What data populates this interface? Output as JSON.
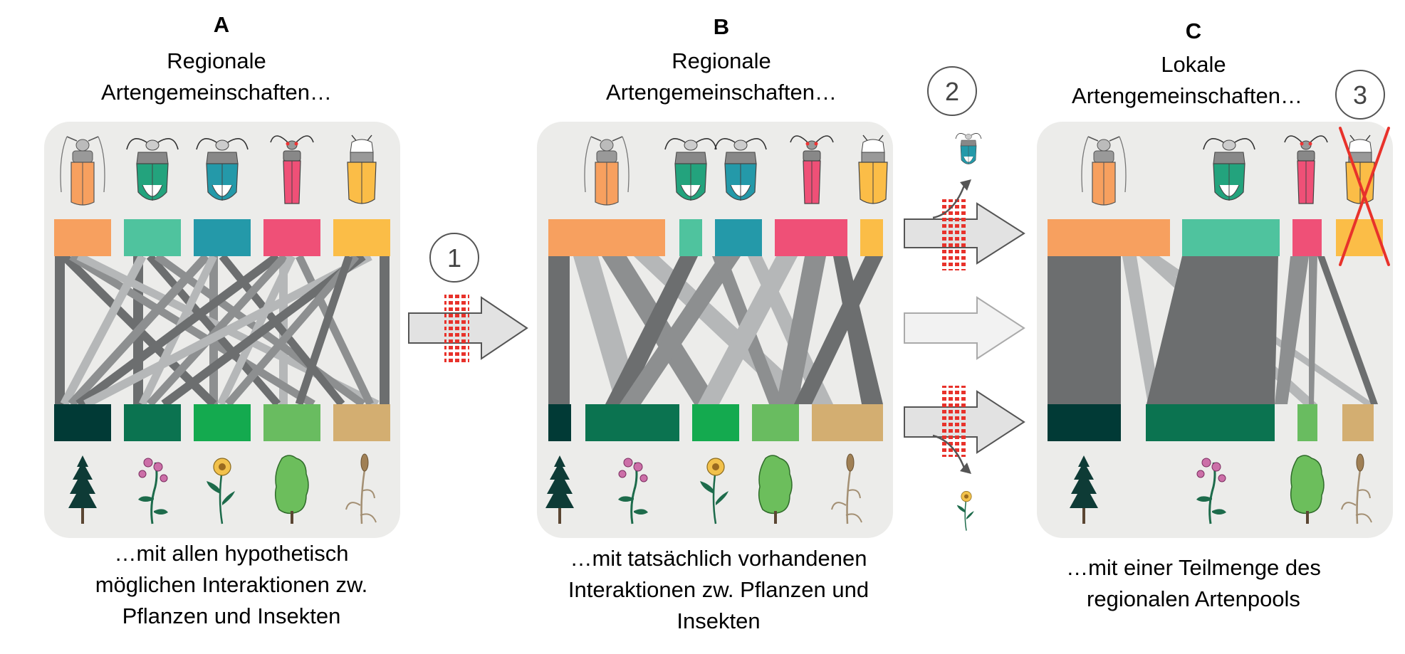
{
  "panels": [
    {
      "letter": "A",
      "title_lines": [
        "Regionale",
        "Artengemeinschaften…"
      ],
      "caption_lines": [
        "…mit allen hypothetisch",
        "möglichen Interaktionen zw.",
        "Pflanzen und Insekten"
      ]
    },
    {
      "letter": "B",
      "title_lines": [
        "Regionale",
        "Artengemeinschaften…"
      ],
      "caption_lines": [
        "…mit tatsächlich vorhandenen",
        "Interaktionen zw. Pflanzen und",
        "Insekten"
      ]
    },
    {
      "letter": "C",
      "title_lines": [
        "Lokale",
        "Artengemeinschaften…"
      ],
      "caption_lines": [
        "…mit einer Teilmenge des",
        "regionalen Artenpools"
      ]
    }
  ],
  "steps": [
    "1",
    "2",
    "3"
  ],
  "colors": {
    "panel_bg": "#ececea",
    "insects": [
      "#f7a05f",
      "#4fc39e",
      "#2499a9",
      "#ef5077",
      "#fbbd47"
    ],
    "plants": [
      "#013a36",
      "#0b7350",
      "#14aa4f",
      "#69bc60",
      "#d3ae71"
    ],
    "link_dark": "#6c6e6f",
    "link_mid": "#8d8f90",
    "link_light": "#b5b7b8",
    "red_marker": "#e8322b",
    "arrow_fill": "#e2e2e2",
    "arrow_stroke": "#555555"
  },
  "icons": {
    "insects": [
      "orange-beetle-icon",
      "green-bug-icon",
      "teal-bug-icon",
      "pink-beetle-icon",
      "yellow-beetle-icon"
    ],
    "plants": [
      "conifer-tree-icon",
      "pink-flower-icon",
      "yellow-flower-icon",
      "green-shrub-icon",
      "grass-stalk-icon"
    ]
  }
}
